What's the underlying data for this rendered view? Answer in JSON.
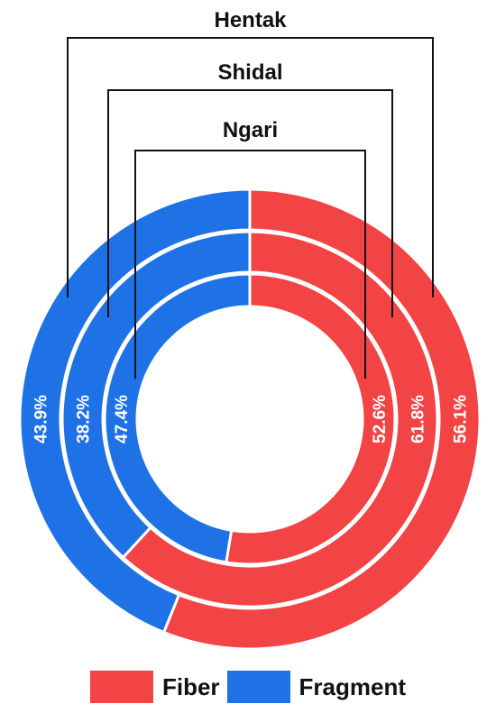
{
  "chart_data": {
    "type": "pie",
    "variant": "nested-donut",
    "series": [
      {
        "name": "Hentak",
        "values": {
          "Fiber": 56.1,
          "Fragment": 43.9
        },
        "labels": {
          "Fiber": "56.1%",
          "Fragment": "43.9%"
        }
      },
      {
        "name": "Shidal",
        "values": {
          "Fiber": 61.8,
          "Fragment": 38.2
        },
        "labels": {
          "Fiber": "61.8%",
          "Fragment": "38.2%"
        }
      },
      {
        "name": "Ngari",
        "values": {
          "Fiber": 52.6,
          "Fragment": 47.4
        },
        "labels": {
          "Fiber": "52.6%",
          "Fragment": "47.4%"
        }
      }
    ],
    "categories": [
      "Fiber",
      "Fragment"
    ],
    "colors": {
      "Fiber": "#f24444",
      "Fragment": "#1f72e6"
    },
    "legend": {
      "placement": "bottom",
      "items": [
        "Fiber",
        "Fragment"
      ]
    }
  }
}
